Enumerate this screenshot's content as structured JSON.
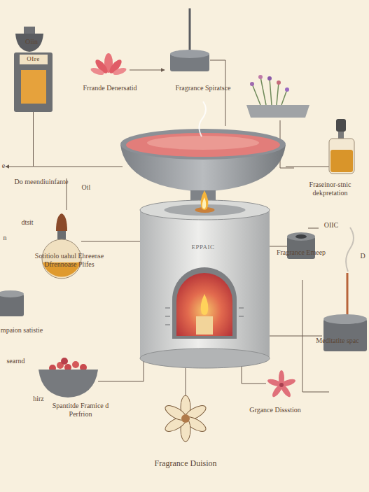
{
  "diagram": {
    "nodes": [
      {
        "text": [
          "EPPAIC"
        ]
      },
      {
        "text": [
          "OIre"
        ]
      }
    ],
    "edges": [
      {
        "from": 1,
        "to": 0,
        "arrow": "none"
      }
    ],
    "labels": [
      "Oiin",
      "Frrande Denersatid",
      "Fragrance Spiratsce",
      "e",
      "Do meendiuinfante",
      "Oil",
      "Fraseinor-stnic dekpretation",
      "dtsit",
      "n",
      "Sotitiolo uahul Ehreense Dfrennoase Plifes",
      "OIIC",
      "Fragrance Emeep",
      "D",
      "mpaion satistie",
      "Meditatite spac",
      "searnd",
      "hirz",
      "Spantitde Framice d Perfrion",
      "Grgance Dissstion",
      "Fragrance Duision"
    ]
  }
}
